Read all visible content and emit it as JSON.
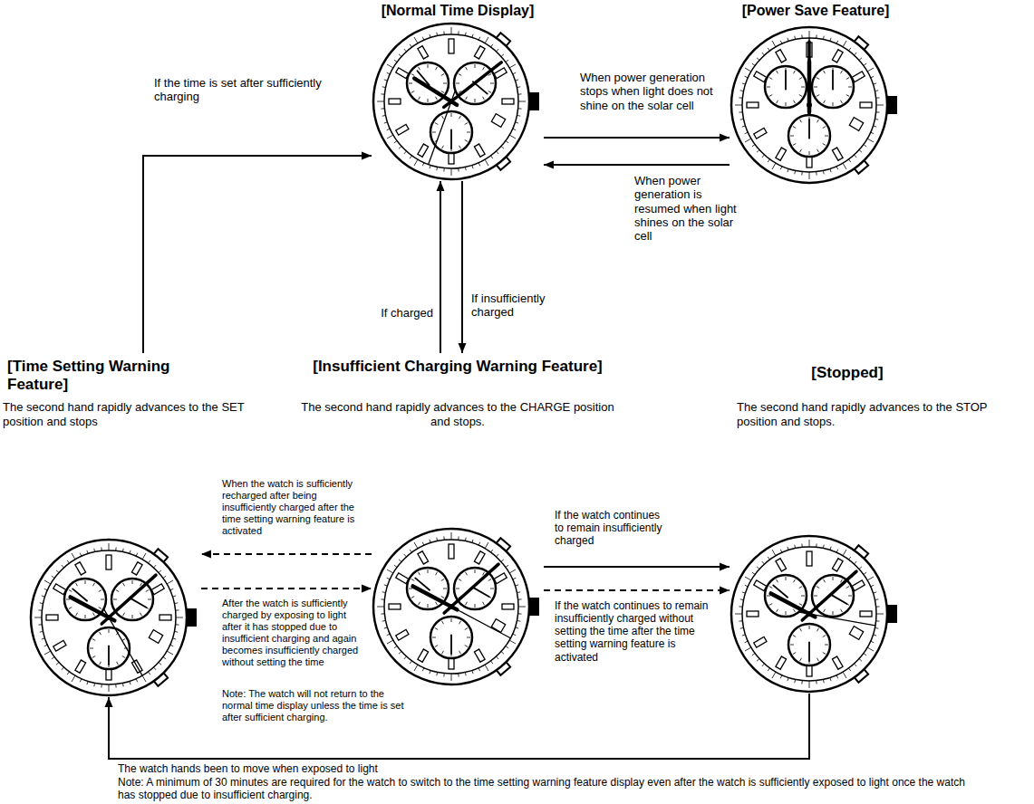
{
  "diagram": {
    "nodes": [
      {
        "text": [
          "[Normal Time Display]"
        ]
      },
      {
        "text": [
          "[Power Save Feature]"
        ]
      },
      {
        "text": [
          "[Time Setting Warning Feature]",
          "The second hand rapidly advances to the SET position and stops"
        ]
      },
      {
        "text": [
          "[Insufficient Charging Warning Feature]",
          "The second hand rapidly advances to the CHARGE position and stops."
        ]
      },
      {
        "text": [
          "[Stopped]",
          "The second hand rapidly advances to the STOP position and stops."
        ]
      }
    ],
    "edges": [
      {
        "from": 0,
        "to": 1,
        "label": "When power generation stops when light does not shine on the solar cell",
        "arrow": "to"
      },
      {
        "from": 1,
        "to": 0,
        "label": "When power generation is resumed when light shines on the solar cell",
        "arrow": "to"
      },
      {
        "from": 3,
        "to": 0,
        "label": "If charged",
        "arrow": "to"
      },
      {
        "from": 0,
        "to": 3,
        "label": "If insufficiently charged",
        "arrow": "to"
      },
      {
        "from": 2,
        "to": 0,
        "label": "If the time is set after sufficiently charging",
        "arrow": "to"
      },
      {
        "from": 3,
        "to": 2,
        "label": "When the watch is sufficiently recharged after being insufficiently charged after the time setting warning feature is activated",
        "arrow": "to"
      },
      {
        "from": 2,
        "to": 3,
        "label": "After the watch is sufficiently charged by exposing to light after it has stopped due to insufficient charging and again becomes insufficiently charged without setting the time",
        "arrow": "to"
      },
      {
        "from": 3,
        "to": 4,
        "label": "If the watch continues to remain insufficiently charged",
        "arrow": "to"
      },
      {
        "from": 3,
        "to": 4,
        "label": "If the watch continues to remain insufficiently charged without setting the time after the time setting warning feature is activated",
        "arrow": "to"
      },
      {
        "from": 4,
        "to": 2,
        "label": "The watch hands been to move when exposed to light",
        "arrow": "to"
      }
    ],
    "labels": [
      "Note: The watch will not return to the normal time display unless the time is set after sufficient charging.",
      "Note: A minimum of 30 minutes are required for the watch to switch to the time setting warning feature display even after the watch is sufficiently exposed to light once the watch has stopped due to insufficient charging."
    ]
  }
}
